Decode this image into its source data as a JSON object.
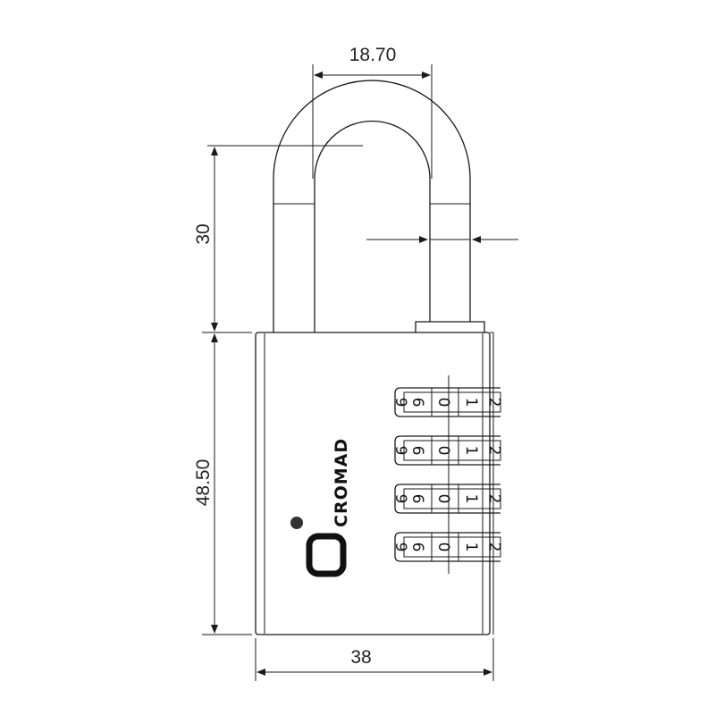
{
  "dimensions": {
    "shackle_inner_width": "18.70",
    "shackle_height": "30",
    "body_height": "48.50",
    "body_width": "38"
  },
  "lock": {
    "brand": "CROMAD",
    "dial_digits": [
      "9",
      "6",
      "0",
      "1",
      "2"
    ]
  }
}
